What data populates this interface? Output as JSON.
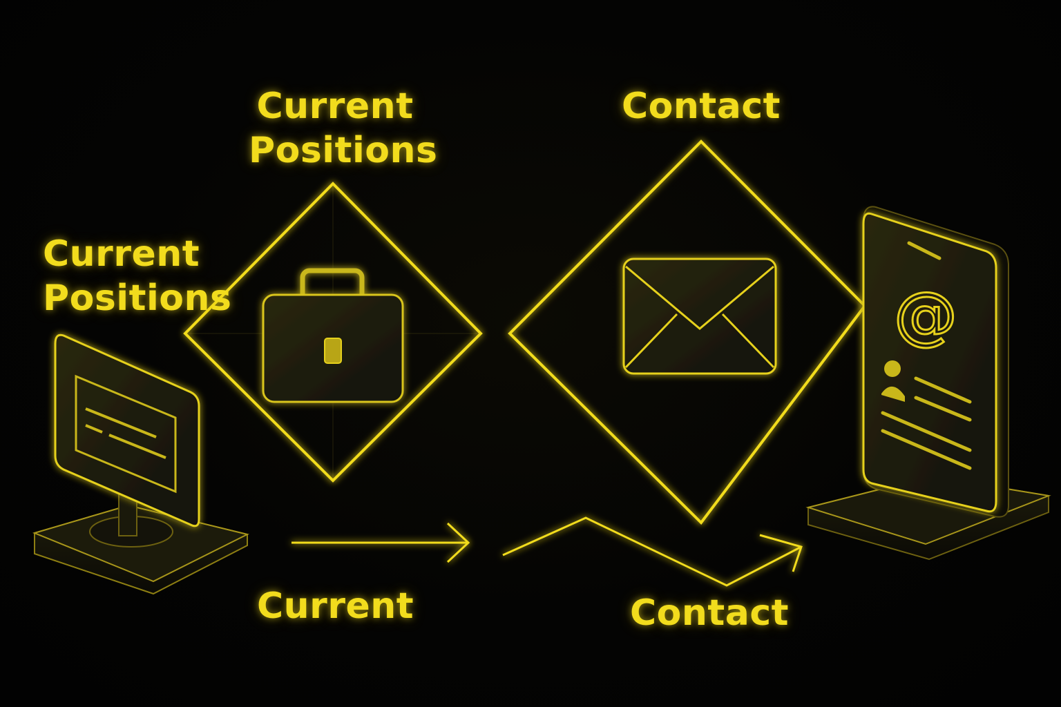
{
  "colors": {
    "accent": "#f2dc1d",
    "background": "#030302",
    "panel": "#1b1a0c"
  },
  "labels": {
    "left_positions": {
      "line1": "Current",
      "line2": "Positions"
    },
    "top_positions": {
      "line1": "Current",
      "line2": "Positions"
    },
    "top_contact": "Contact",
    "bottom_current": "Current",
    "bottom_contact": "Contact"
  },
  "icons": {
    "monitor": "desktop-monitor-icon",
    "briefcase": "briefcase-icon",
    "envelope": "envelope-icon",
    "phone": "smartphone-contact-icon",
    "at_sign": "@"
  }
}
